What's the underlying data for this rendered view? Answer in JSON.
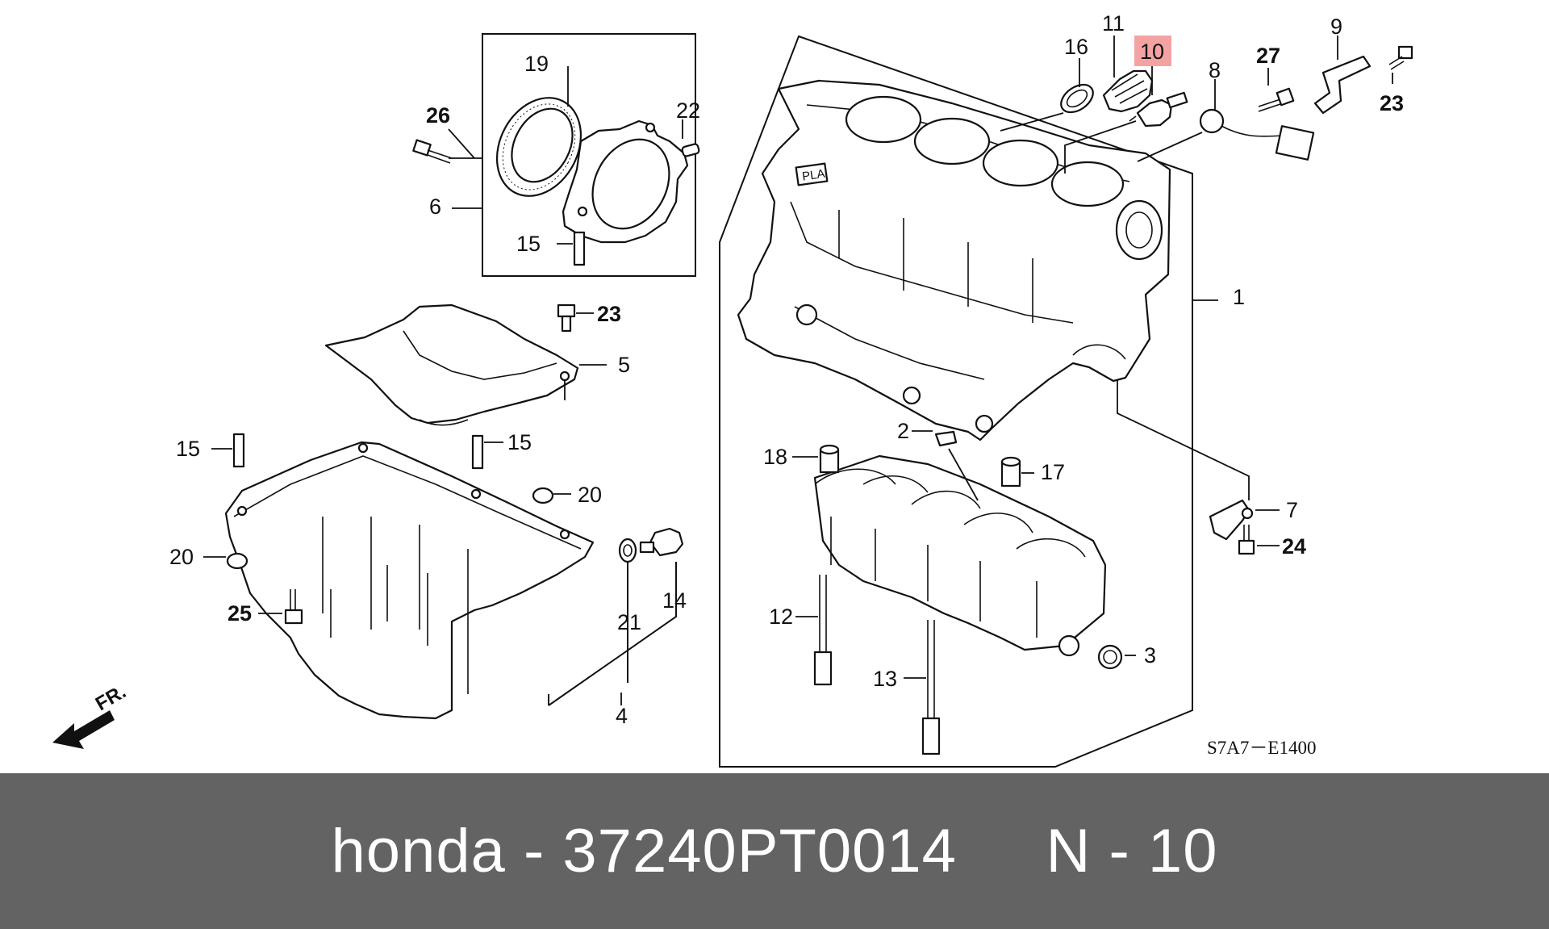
{
  "diagram": {
    "callouts": {
      "c1": "1",
      "c2": "2",
      "c3": "3",
      "c4": "4",
      "c5": "5",
      "c6": "6",
      "c7": "7",
      "c8": "8",
      "c9": "9",
      "c10": "10",
      "c11": "11",
      "c12": "12",
      "c13": "13",
      "c14": "14",
      "c15a": "15",
      "c15b": "15",
      "c15c": "15",
      "c16": "16",
      "c17": "17",
      "c18": "18",
      "c19": "19",
      "c20a": "20",
      "c20b": "20",
      "c21": "21",
      "c22": "22",
      "c23a": "23",
      "c23b": "23",
      "c24": "24",
      "c25": "25",
      "c26": "26",
      "c27": "27"
    },
    "highlighted_callout": "10",
    "highlight_color": "#f4a3a3",
    "block_label": "PLA",
    "front_label": "FR.",
    "diagram_code": "S7A7－E1400"
  },
  "footer": {
    "text": "honda - 37240PT0014     N - 10",
    "background": "#636363",
    "text_color": "#ffffff"
  }
}
